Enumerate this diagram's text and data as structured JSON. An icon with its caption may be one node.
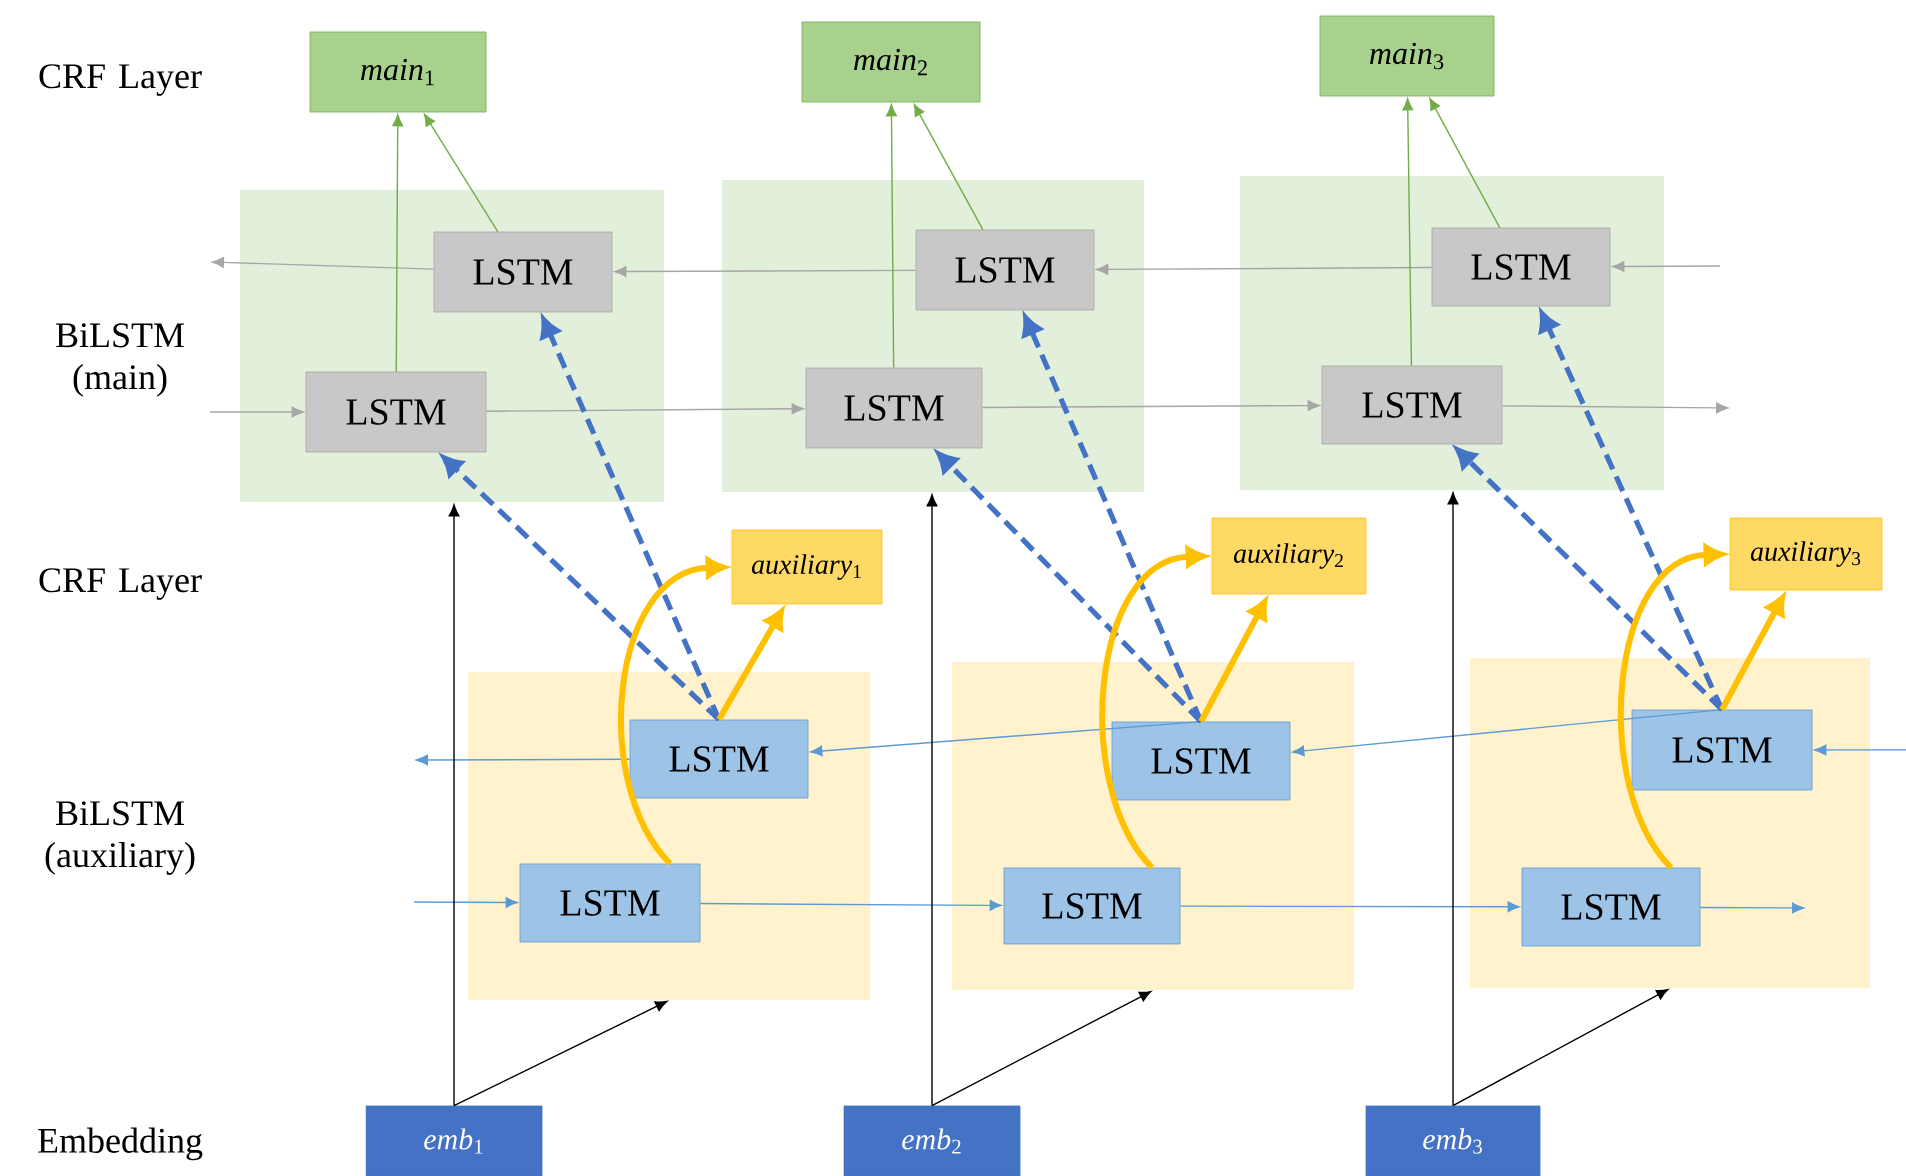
{
  "diagram": {
    "nodes": [
      {
        "text": [
          "*main*$_{1}$"
        ]
      },
      {
        "text": [],
        "shape": "box"
      },
      {
        "text": [
          "LSTM"
        ],
        "in": 1
      },
      {
        "text": [
          "LSTM"
        ],
        "in": 1
      },
      {
        "text": [
          "*auxiliary*$_{1}$"
        ]
      },
      {
        "text": [],
        "shape": "box"
      },
      {
        "text": [
          "LSTM"
        ],
        "in": 5
      },
      {
        "text": [
          "LSTM"
        ],
        "in": 5
      },
      {
        "text": [
          "*emb*$_{1}$"
        ]
      },
      {
        "text": [
          "*main*$_{2}$"
        ]
      },
      {
        "text": [],
        "shape": "box"
      },
      {
        "text": [
          "LSTM"
        ],
        "in": 10
      },
      {
        "text": [
          "LSTM"
        ],
        "in": 10
      },
      {
        "text": [
          "*auxiliary*$_{2}$"
        ]
      },
      {
        "text": [],
        "shape": "box"
      },
      {
        "text": [
          "LSTM"
        ],
        "in": 14
      },
      {
        "text": [
          "LSTM"
        ],
        "in": 14
      },
      {
        "text": [
          "*emb*$_{2}$"
        ]
      },
      {
        "text": [
          "*main*$_{3}$"
        ]
      },
      {
        "text": [],
        "shape": "box"
      },
      {
        "text": [
          "LSTM"
        ],
        "in": 19
      },
      {
        "text": [
          "LSTM"
        ],
        "in": 19
      },
      {
        "text": [
          "*auxiliary*$_{3}$"
        ]
      },
      {
        "text": [],
        "shape": "box"
      },
      {
        "text": [
          "LSTM"
        ],
        "in": 23
      },
      {
        "text": [
          "LSTM"
        ],
        "in": 23
      },
      {
        "text": [
          "*emb*$_{3}$"
        ]
      }
    ],
    "edges": [
      {
        "from": null,
        "to": 3,
        "arrow": "to",
        "color": "#a6a6a6"
      },
      {
        "from": 3,
        "to": 12,
        "arrow": "to",
        "color": "#a6a6a6"
      },
      {
        "from": 12,
        "to": 21,
        "arrow": "to",
        "color": "#a6a6a6"
      },
      {
        "from": 21,
        "to": null,
        "arrow": "to",
        "color": "#a6a6a6"
      },
      {
        "from": null,
        "to": 20,
        "arrow": "to",
        "color": "#a6a6a6"
      },
      {
        "from": 20,
        "to": 11,
        "arrow": "to",
        "color": "#a6a6a6"
      },
      {
        "from": 11,
        "to": 2,
        "arrow": "to",
        "color": "#a6a6a6"
      },
      {
        "from": 2,
        "to": null,
        "arrow": "to",
        "color": "#a6a6a6"
      },
      {
        "from": null,
        "to": 7,
        "arrow": "to",
        "color": "#5b9bd5"
      },
      {
        "from": 7,
        "to": 16,
        "arrow": "to",
        "color": "#5b9bd5"
      },
      {
        "from": 16,
        "to": 25,
        "arrow": "to",
        "color": "#5b9bd5"
      },
      {
        "from": 25,
        "to": null,
        "arrow": "to",
        "color": "#5b9bd5"
      },
      {
        "from": null,
        "to": 24,
        "arrow": "to",
        "color": "#5b9bd5"
      },
      {
        "from": 24,
        "to": 15,
        "arrow": "to",
        "color": "#5b9bd5"
      },
      {
        "from": 15,
        "to": 6,
        "arrow": "to",
        "color": "#5b9bd5"
      },
      {
        "from": 6,
        "to": null,
        "arrow": "to",
        "color": "#5b9bd5"
      },
      {
        "from": 3,
        "to": 0,
        "arrow": "to",
        "color": "#70ad47"
      },
      {
        "from": 2,
        "to": 0,
        "arrow": "to",
        "color": "#70ad47"
      },
      {
        "from": 6,
        "to": 3,
        "arrow": "to",
        "style": "dashed",
        "color": "#4472c4"
      },
      {
        "from": 6,
        "to": 2,
        "arrow": "to",
        "style": "dashed",
        "color": "#4472c4"
      },
      {
        "from": 6,
        "to": 4,
        "arrow": "to",
        "style": "thick",
        "color": "#ffc000"
      },
      {
        "from": 7,
        "to": 4,
        "arrow": "to",
        "style": "thick",
        "color": "#ffc000"
      },
      {
        "from": 8,
        "to": 1,
        "arrow": "to",
        "color": "#000000"
      },
      {
        "from": 8,
        "to": 5,
        "arrow": "to",
        "color": "#000000"
      },
      {
        "from": 12,
        "to": 9,
        "arrow": "to",
        "color": "#70ad47"
      },
      {
        "from": 11,
        "to": 9,
        "arrow": "to",
        "color": "#70ad47"
      },
      {
        "from": 15,
        "to": 12,
        "arrow": "to",
        "style": "dashed",
        "color": "#4472c4"
      },
      {
        "from": 15,
        "to": 11,
        "arrow": "to",
        "style": "dashed",
        "color": "#4472c4"
      },
      {
        "from": 15,
        "to": 13,
        "arrow": "to",
        "style": "thick",
        "color": "#ffc000"
      },
      {
        "from": 16,
        "to": 13,
        "arrow": "to",
        "style": "thick",
        "color": "#ffc000"
      },
      {
        "from": 17,
        "to": 10,
        "arrow": "to",
        "color": "#000000"
      },
      {
        "from": 17,
        "to": 14,
        "arrow": "to",
        "color": "#000000"
      },
      {
        "from": 21,
        "to": 18,
        "arrow": "to",
        "color": "#70ad47"
      },
      {
        "from": 20,
        "to": 18,
        "arrow": "to",
        "color": "#70ad47"
      },
      {
        "from": 24,
        "to": 21,
        "arrow": "to",
        "style": "dashed",
        "color": "#4472c4"
      },
      {
        "from": 24,
        "to": 20,
        "arrow": "to",
        "style": "dashed",
        "color": "#4472c4"
      },
      {
        "from": 24,
        "to": 22,
        "arrow": "to",
        "style": "thick",
        "color": "#ffc000"
      },
      {
        "from": 25,
        "to": 22,
        "arrow": "to",
        "style": "thick",
        "color": "#ffc000"
      },
      {
        "from": 26,
        "to": 19,
        "arrow": "to",
        "color": "#000000"
      },
      {
        "from": 26,
        "to": 23,
        "arrow": "to",
        "color": "#000000"
      }
    ],
    "labels": [
      "CRF Layer",
      "BiLSTM (main)",
      "CRF Layer",
      "BiLSTM (auxiliary)",
      "Embedding"
    ]
  }
}
